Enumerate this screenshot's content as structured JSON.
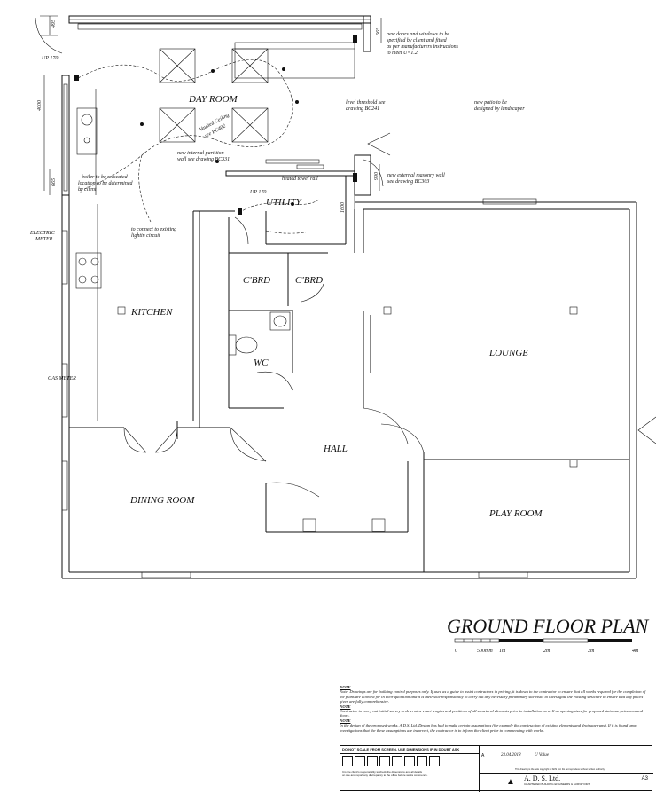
{
  "rooms": {
    "day_room": "DAY ROOM",
    "utility": "UTILITY",
    "kitchen": "KITCHEN",
    "cbrd_1": "C'BRD",
    "cbrd_2": "C'BRD",
    "wc": "WC",
    "lounge": "LOUNGE",
    "hall": "HALL",
    "dining_room": "DINING ROOM",
    "play_room": "PLAY ROOM"
  },
  "annotations": {
    "doors_windows_1": "new doors and windows to be",
    "doors_windows_2": "specified by client and fitted",
    "doors_windows_3": "as per manufacturers instructions",
    "doors_windows_4": "to meet U=1.2",
    "threshold_1": "level threshold see",
    "threshold_2": "drawing BC241",
    "patio_1": "new patio to be",
    "patio_2": "designed by landscaper",
    "vaulted_1": "Vaulted Ceiling",
    "vaulted_2": "see BC402",
    "partition_1": "new internal partition",
    "partition_2": "wall see drawing BC331",
    "masonry_1": "new external masonry wall",
    "masonry_2": "see drawing BC303",
    "towel_rail": "heated towel rail",
    "boiler_1": "boiler to be relocated",
    "boiler_2": "location to be determined",
    "boiler_3": "by client",
    "lighting_1": "to connect to existing",
    "lighting_2": "lightin circuit",
    "electric_meter_1": "ELECTRIC",
    "electric_meter_2": "METER",
    "gas_meter": "GAS METER",
    "up170_1": "UP 170",
    "up170_2": "UP 170"
  },
  "dimensions": {
    "d_495": "495",
    "d_665_top": "665",
    "d_4000": "4000",
    "d_665_left": "665",
    "d_1600": "1600",
    "d_990": "990"
  },
  "title": "GROUND FLOOR PLAN",
  "scale": {
    "labels": [
      "0",
      "500mm",
      "1m",
      "2m",
      "3m",
      "4m"
    ]
  },
  "notes": [
    {
      "heading": "NOTE",
      "text": "Note: Drawings are for building control purposes only. If used as a guide to assist contractors in pricing, it is down to the contractor to ensure that all works required for the completion of the plans are allowed for in their quotation and it is their sole responsibility to carry out any necessary preliminary site visits to investigate the existing structure to ensure that any prices given are fully comprehensive."
    },
    {
      "heading": "NOTE",
      "text": "Contractor to carry out initial survey to determine exact lengths and positions of all structural elements prior to installation as well as opening sizes for proposed staircase, windows and doors."
    },
    {
      "heading": "NOTE",
      "text": "In the design of the proposed works, A.D.S. Ltd. Design has had to make certain assumptions (for example the construction of existing elements and drainage runs). If it is found upon investigations that the these assumptions are incorrect, the contractor is to inform the client prior to commencing with works."
    }
  ],
  "title_block": {
    "banner": "DO NOT SCALE FROM SCREEN. USE DIMENSIONS IF IN DOUBT ASK",
    "rev_letter": "A",
    "rev_date": "23.04.2018",
    "rev_desc": "U Value",
    "copyright": "This drawing is the sole copyright of ADS Ltd. Do not reproduce without written authority",
    "company": "A. D. S. Ltd.",
    "company_sub": "CHARTERED BUILDING ENGINEERS & SURVEYORS",
    "sheet": "A3",
    "left_text_1": "It is the client's responsibility to check the dimensions and all details",
    "left_text_2": "on site and report any discrepancy to the office before works commence."
  }
}
